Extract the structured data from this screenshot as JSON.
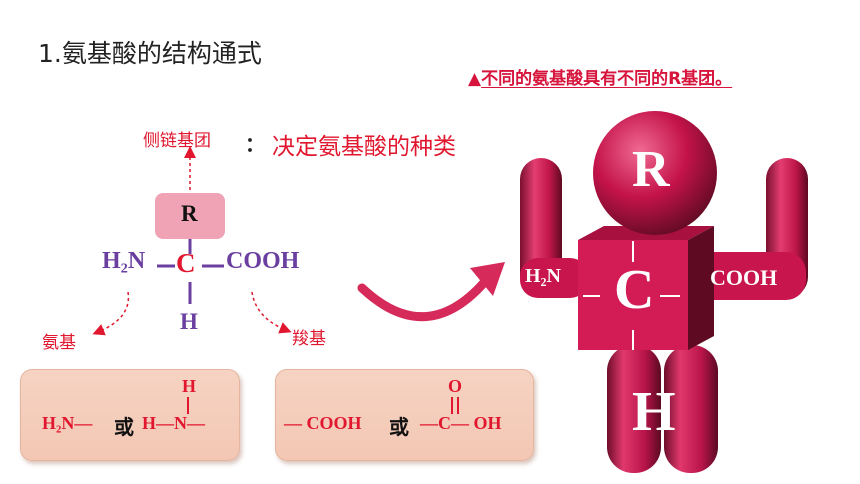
{
  "title": "1.氨基酸的结构通式",
  "note": {
    "marker": "▲",
    "text": "不同的氨基酸具有不同的R基团。"
  },
  "formula": {
    "side_chain_label": "侧链基团",
    "colon": "：",
    "side_chain_desc": "决定氨基酸的种类",
    "r_group": "R",
    "amino_group": "H₂N",
    "central_carbon": "C",
    "carboxyl_group": "COOH",
    "hydrogen": "H",
    "amino_label": "氨基",
    "carboxyl_label": "羧基"
  },
  "panel_amino": {
    "formula_a": "H₂N—",
    "or_text": "或",
    "formula_b": "H—N—",
    "top_h": "H"
  },
  "panel_carboxyl": {
    "formula_a": "— COOH",
    "or_text": "或",
    "formula_b": "—C— OH",
    "top_o": "O"
  },
  "robot": {
    "head": "R",
    "left_arm": "H₂N",
    "body": "C",
    "right_arm": "COOH",
    "legs": "H"
  },
  "colors": {
    "accent_red": "#e0172e",
    "purple": "#6b3fa0",
    "robot_crimson": "#c4134a",
    "panel_peach": "#f4c9b6"
  }
}
